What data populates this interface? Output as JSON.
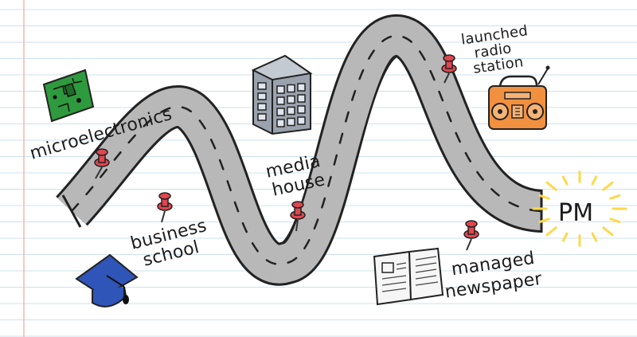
{
  "milestones": {
    "microelectronics": "microelectronics",
    "business_school": [
      "business",
      "school"
    ],
    "media_house": [
      "media",
      "house"
    ],
    "launched_radio_station": [
      "launched",
      "radio",
      "station"
    ],
    "managed_newspaper": [
      "managed",
      "newspaper"
    ],
    "destination": "PM"
  },
  "icons": [
    "circuit-board-icon",
    "graduation-cap-icon",
    "office-building-icon",
    "radio-icon",
    "newspaper-icon",
    "pushpin-icon"
  ],
  "colors": {
    "road": "#b8b8b8",
    "road_outline": "#222222",
    "pin": "#e0464f",
    "circuit_board": "#2e9a3e",
    "cap": "#2f55b8",
    "radio": "#f1913f",
    "building": "#9aa2ad",
    "sun_rays": "#ffd84a",
    "paper_lines": "#cfe0ee",
    "margin_line": "#f0b5b5"
  }
}
